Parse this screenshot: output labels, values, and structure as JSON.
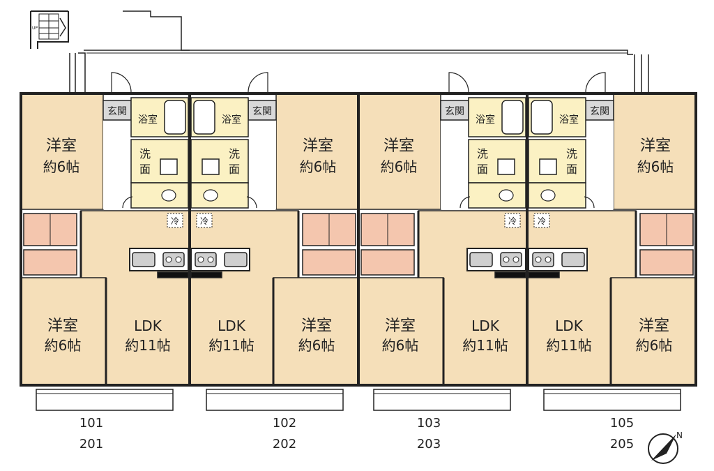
{
  "colors": {
    "room": "#f5dfb9",
    "wet": "#fbf1c3",
    "entrance": "#d9d9d9",
    "storage": "#f4c6ae",
    "wall": "#222222",
    "counter": "#ffffff"
  },
  "units": [
    {
      "id": "unit-101",
      "mirror": false,
      "labels": {
        "floor1": "101",
        "floor2": "201"
      },
      "rooms": {
        "top_room": {
          "name": "洋室",
          "size": "約6帖"
        },
        "bottom_room": {
          "name": "洋室",
          "size": "約6帖"
        },
        "ldk": {
          "name": "LDK",
          "size": "約11帖"
        },
        "bath": "浴室",
        "washroom_line1": "洗",
        "washroom_line2": "面",
        "entrance": "玄関",
        "fridge": "冷"
      }
    },
    {
      "id": "unit-102",
      "mirror": true,
      "labels": {
        "floor1": "102",
        "floor2": "202"
      },
      "rooms": {
        "top_room": {
          "name": "洋室",
          "size": "約6帖"
        },
        "bottom_room": {
          "name": "洋室",
          "size": "約6帖"
        },
        "ldk": {
          "name": "LDK",
          "size": "約11帖"
        },
        "bath": "浴室",
        "washroom_line1": "洗",
        "washroom_line2": "面",
        "entrance": "玄関",
        "fridge": "冷"
      }
    },
    {
      "id": "unit-103",
      "mirror": false,
      "labels": {
        "floor1": "103",
        "floor2": "203"
      },
      "rooms": {
        "top_room": {
          "name": "洋室",
          "size": "約6帖"
        },
        "bottom_room": {
          "name": "洋室",
          "size": "約6帖"
        },
        "ldk": {
          "name": "LDK",
          "size": "約11帖"
        },
        "bath": "浴室",
        "washroom_line1": "洗",
        "washroom_line2": "面",
        "entrance": "玄関",
        "fridge": "冷"
      }
    },
    {
      "id": "unit-105",
      "mirror": true,
      "labels": {
        "floor1": "105",
        "floor2": "205"
      },
      "rooms": {
        "top_room": {
          "name": "洋室",
          "size": "約6帖"
        },
        "bottom_room": {
          "name": "洋室",
          "size": "約6帖"
        },
        "ldk": {
          "name": "LDK",
          "size": "約11帖"
        },
        "bath": "浴室",
        "washroom_line1": "洗",
        "washroom_line2": "面",
        "entrance": "玄関",
        "fridge": "冷"
      }
    }
  ],
  "stairs": {
    "up_label": "UP"
  },
  "compass": {
    "north_label": "N"
  }
}
